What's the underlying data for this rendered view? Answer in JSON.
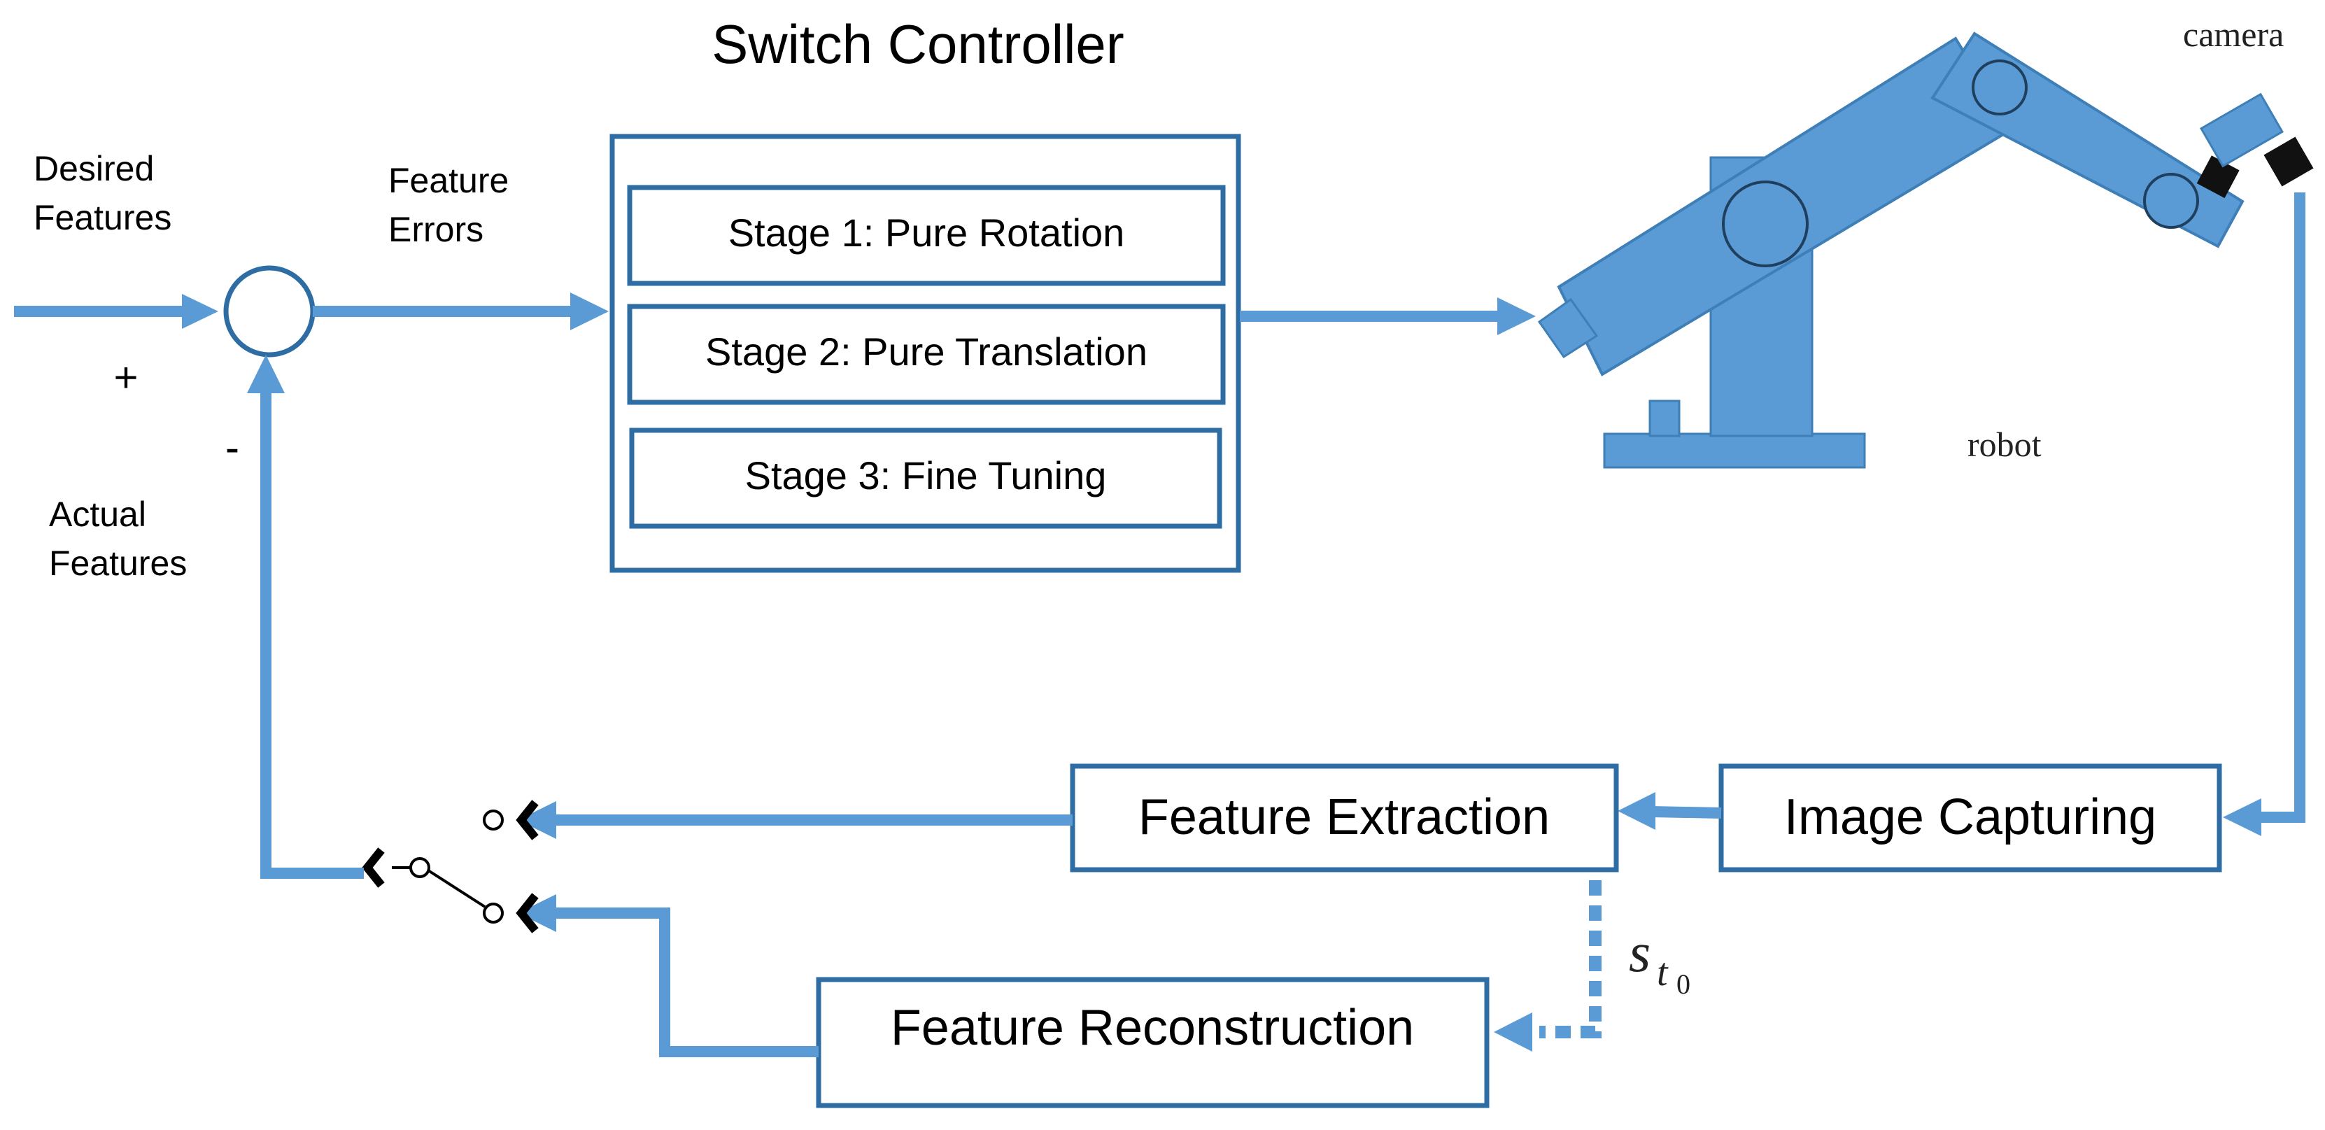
{
  "colors": {
    "accent": "#5B9BD5",
    "box_border": "#2E6DA4",
    "robot_edge": "#3E7FB8"
  },
  "labels": {
    "switch_controller_title": "Switch Controller",
    "desired_features_line1": "Desired",
    "desired_features_line2": "Features",
    "plus_sign": "+",
    "minus_sign": "-",
    "feature_errors_line1": "Feature",
    "feature_errors_line2": "Errors",
    "actual_features_line1": "Actual",
    "actual_features_line2": "Features",
    "camera": "camera",
    "robot": "robot",
    "signal_symbol": "s",
    "signal_sub": "t",
    "signal_subsub": "0"
  },
  "stages": [
    "Stage 1: Pure Rotation",
    "Stage 2: Pure Translation",
    "Stage 3: Fine Tuning"
  ],
  "blocks": {
    "feature_extraction": "Feature Extraction",
    "image_capturing": "Image Capturing",
    "feature_reconstruction": "Feature Reconstruction"
  }
}
